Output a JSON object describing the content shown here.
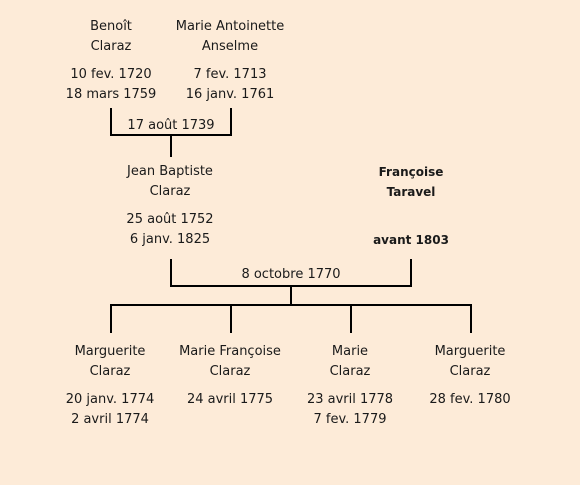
{
  "grandparents": {
    "father": {
      "first_name": "Benoît",
      "last_name": "Claraz",
      "birth": "10 fev. 1720",
      "death": "18 mars 1759"
    },
    "mother": {
      "first_name": "Marie Antoinette",
      "last_name": "Anselme",
      "birth": "7 fev. 1713",
      "death": "16 janv. 1761"
    },
    "marriage_date": "17 août 1739"
  },
  "parents": {
    "father": {
      "first_name": "Jean Baptiste",
      "last_name": "Claraz",
      "birth": "25 août 1752",
      "death": "6 janv. 1825"
    },
    "mother": {
      "first_name": "Françoise",
      "last_name": "Taravel",
      "death": "avant 1803"
    },
    "marriage_date": "8 octobre 1770"
  },
  "children": [
    {
      "first_name": "Marguerite",
      "last_name": "Claraz",
      "birth": "20 janv. 1774",
      "death": "2 avril 1774"
    },
    {
      "first_name": "Marie Françoise",
      "last_name": "Claraz",
      "birth": "24 avril 1775",
      "death": ""
    },
    {
      "first_name": "Marie",
      "last_name": "Claraz",
      "birth": "23 avril 1778",
      "death": "7 fev. 1779"
    },
    {
      "first_name": "Marguerite",
      "last_name": "Claraz",
      "birth": "28 fev. 1780",
      "death": ""
    }
  ],
  "colors": {
    "background": "#fdebd8",
    "line": "#000000",
    "text": "#1a1a1a"
  }
}
